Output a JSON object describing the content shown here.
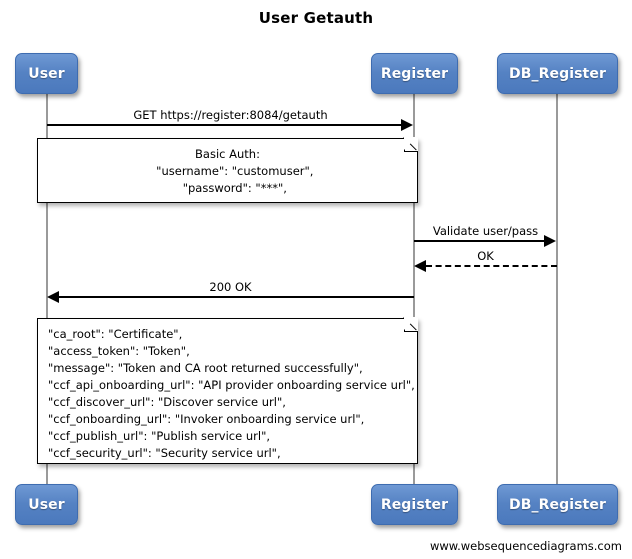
{
  "diagram": {
    "title": "User Getauth",
    "footer": "www.websequencediagrams.com",
    "accent_color": "#5582c3",
    "line_color": "#000000",
    "lifeline_color": "#9a9a9a"
  },
  "actors": [
    {
      "id": "user",
      "label": "User"
    },
    {
      "id": "register",
      "label": "Register"
    },
    {
      "id": "db_register",
      "label": "DB_Register"
    }
  ],
  "actors_bottom": [
    {
      "id": "user",
      "label": "User"
    },
    {
      "id": "register",
      "label": "Register"
    },
    {
      "id": "db_register",
      "label": "DB_Register"
    }
  ],
  "messages": [
    {
      "id": "m1",
      "label": "GET https://register:8084/getauth",
      "from": "user",
      "to": "register",
      "style": "solid",
      "direction": "right"
    },
    {
      "id": "m2",
      "label": "Validate user/pass",
      "from": "register",
      "to": "db_register",
      "style": "solid",
      "direction": "right"
    },
    {
      "id": "m3",
      "label": "OK",
      "from": "db_register",
      "to": "register",
      "style": "dashed",
      "direction": "left"
    },
    {
      "id": "m4",
      "label": "200 OK",
      "from": "register",
      "to": "user",
      "style": "solid",
      "direction": "left"
    }
  ],
  "notes": [
    {
      "id": "note-basic-auth",
      "align": "center",
      "lines": [
        "Basic Auth:",
        "    \"username\": \"customuser\",",
        "    \"password\": \"***\","
      ]
    },
    {
      "id": "note-response-payload",
      "align": "left",
      "lines": [
        "\"ca_root\": \"Certificate\",",
        "\"access_token\": \"Token\",",
        "\"message\": \"Token and CA root returned successfully\",",
        "\"ccf_api_onboarding_url\": \"API provider onboarding service url\",",
        "\"ccf_discover_url\": \"Discover service url\",",
        "\"ccf_onboarding_url\": \"Invoker onboarding service url\",",
        "\"ccf_publish_url\": \"Publish service url\",",
        "\"ccf_security_url\": \"Security service url\","
      ]
    }
  ]
}
